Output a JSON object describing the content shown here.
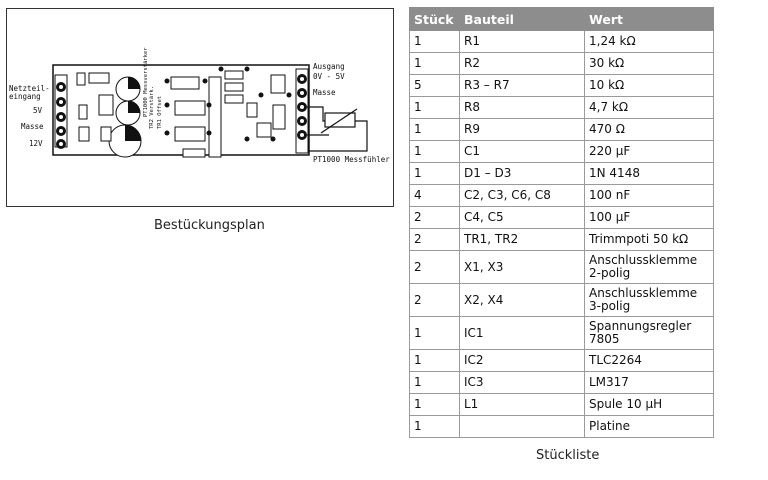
{
  "plan": {
    "caption": "Bestückungsplan",
    "labels": {
      "netzteileingang_1": "Netzteil-",
      "netzteileingang_2": "eingang",
      "v5": "5V",
      "masse_left": "Masse",
      "v12": "12V",
      "ausgang": "Ausgang",
      "range": "0V - 5V",
      "masse_right": "Masse",
      "sensor": "PT1000 Messfühler"
    }
  },
  "parts": {
    "caption": "Stückliste",
    "headers": [
      "Stück",
      "Bauteil",
      "Wert"
    ],
    "rows": [
      {
        "qty": "1",
        "part": "R1",
        "value": "1,24 kΩ"
      },
      {
        "qty": "1",
        "part": "R2",
        "value": "30 kΩ"
      },
      {
        "qty": "5",
        "part": "R3 – R7",
        "value": "10 kΩ"
      },
      {
        "qty": "1",
        "part": "R8",
        "value": "4,7 kΩ"
      },
      {
        "qty": "1",
        "part": "R9",
        "value": "470 Ω"
      },
      {
        "qty": "1",
        "part": "C1",
        "value": "220 µF"
      },
      {
        "qty": "1",
        "part": "D1 – D3",
        "value": "1N 4148"
      },
      {
        "qty": "4",
        "part": "C2, C3, C6, C8",
        "value": "100 nF"
      },
      {
        "qty": "2",
        "part": "C4, C5",
        "value": "100 µF"
      },
      {
        "qty": "2",
        "part": "TR1, TR2",
        "value": "Trimmpoti 50 kΩ"
      },
      {
        "qty": "2",
        "part": "X1, X3",
        "value": "Anschlussklemme 2-polig",
        "tall": true
      },
      {
        "qty": "2",
        "part": "X2, X4",
        "value": "Anschlussklemme 3-polig",
        "tall": true
      },
      {
        "qty": "1",
        "part": "IC1",
        "value": "Spannungsregler 7805",
        "tall": true
      },
      {
        "qty": "1",
        "part": "IC2",
        "value": "TLC2264"
      },
      {
        "qty": "1",
        "part": "IC3",
        "value": "LM317"
      },
      {
        "qty": "1",
        "part": "L1",
        "value": "Spule 10 µH"
      },
      {
        "qty": "1",
        "part": "",
        "value": "Platine"
      }
    ]
  }
}
